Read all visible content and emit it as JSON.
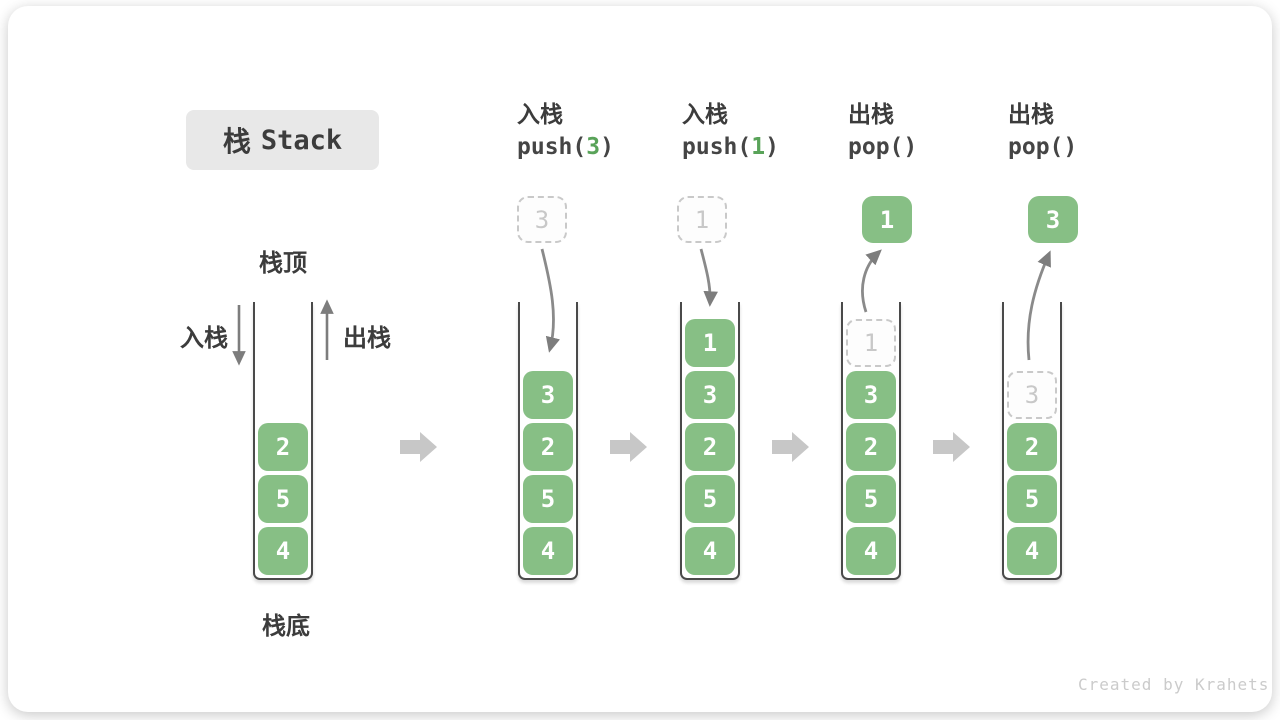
{
  "title": {
    "zh": "栈",
    "en": "Stack"
  },
  "side_labels": {
    "stack_top": "栈顶",
    "stack_bottom": "栈底",
    "push": "入栈",
    "pop": "出栈"
  },
  "watermark": "Created by Krahets",
  "colors": {
    "block_green": "#87bf85",
    "code_arg_green": "#59a359",
    "ghost_gray": "#c9c9c9",
    "curve_arrow_gray": "#8a8a8a",
    "transition_arrow_gray": "#c7c7c7",
    "title_box_bg": "#e8e8e8",
    "text_dark": "#3c3c3c"
  },
  "steps": [
    {
      "name": "initial-stack",
      "header": null,
      "floating": null,
      "cells": [
        {
          "row": 2,
          "value": "2",
          "style": "solid"
        },
        {
          "row": 3,
          "value": "5",
          "style": "solid"
        },
        {
          "row": 4,
          "value": "4",
          "style": "solid"
        }
      ]
    },
    {
      "name": "after-push-3",
      "header": {
        "label": "入栈",
        "code_prefix": "push(",
        "code_arg": "3",
        "code_suffix": ")"
      },
      "floating": {
        "value": "3",
        "style": "ghost"
      },
      "cells": [
        {
          "row": 1,
          "value": "3",
          "style": "solid"
        },
        {
          "row": 2,
          "value": "2",
          "style": "solid"
        },
        {
          "row": 3,
          "value": "5",
          "style": "solid"
        },
        {
          "row": 4,
          "value": "4",
          "style": "solid"
        }
      ]
    },
    {
      "name": "after-push-1",
      "header": {
        "label": "入栈",
        "code_prefix": "push(",
        "code_arg": "1",
        "code_suffix": ")"
      },
      "floating": {
        "value": "1",
        "style": "ghost"
      },
      "cells": [
        {
          "row": 0,
          "value": "1",
          "style": "solid"
        },
        {
          "row": 1,
          "value": "3",
          "style": "solid"
        },
        {
          "row": 2,
          "value": "2",
          "style": "solid"
        },
        {
          "row": 3,
          "value": "5",
          "style": "solid"
        },
        {
          "row": 4,
          "value": "4",
          "style": "solid"
        }
      ]
    },
    {
      "name": "after-pop-1",
      "header": {
        "label": "出栈",
        "code_prefix": "pop()",
        "code_arg": "",
        "code_suffix": ""
      },
      "floating": {
        "value": "1",
        "style": "solid"
      },
      "cells": [
        {
          "row": 0,
          "value": "1",
          "style": "ghost"
        },
        {
          "row": 1,
          "value": "3",
          "style": "solid"
        },
        {
          "row": 2,
          "value": "2",
          "style": "solid"
        },
        {
          "row": 3,
          "value": "5",
          "style": "solid"
        },
        {
          "row": 4,
          "value": "4",
          "style": "solid"
        }
      ]
    },
    {
      "name": "after-pop-3",
      "header": {
        "label": "出栈",
        "code_prefix": "pop()",
        "code_arg": "",
        "code_suffix": ""
      },
      "floating": {
        "value": "3",
        "style": "solid"
      },
      "cells": [
        {
          "row": 1,
          "value": "3",
          "style": "ghost"
        },
        {
          "row": 2,
          "value": "2",
          "style": "solid"
        },
        {
          "row": 3,
          "value": "5",
          "style": "solid"
        },
        {
          "row": 4,
          "value": "4",
          "style": "solid"
        }
      ]
    }
  ]
}
